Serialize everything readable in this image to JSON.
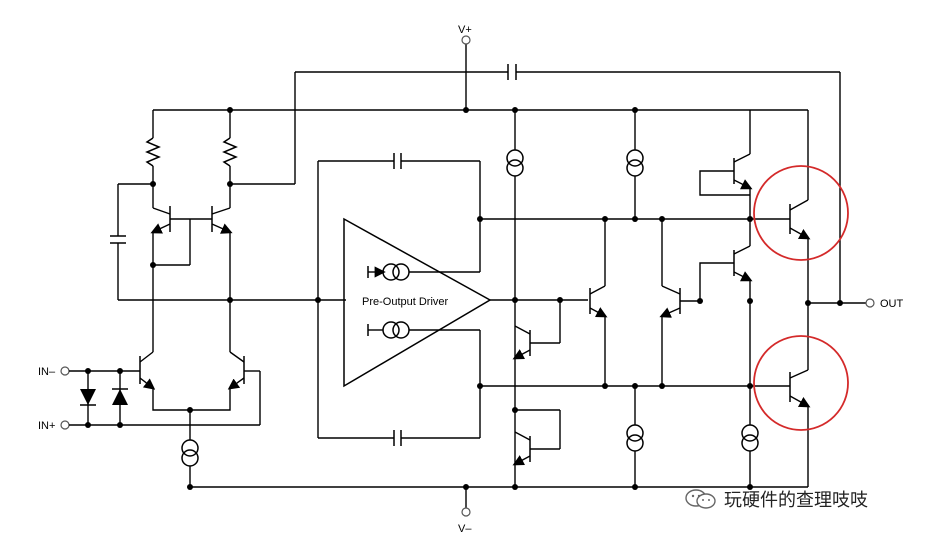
{
  "labels": {
    "v_plus": "V+",
    "v_minus": "V–",
    "in_minus": "IN–",
    "in_plus": "IN+",
    "out": "OUT",
    "driver": "Pre-Output Driver"
  },
  "watermark": {
    "icon": "wechat-icon",
    "text": "玩硬件的查理吱吱"
  },
  "highlight_color": "#d42a2a"
}
